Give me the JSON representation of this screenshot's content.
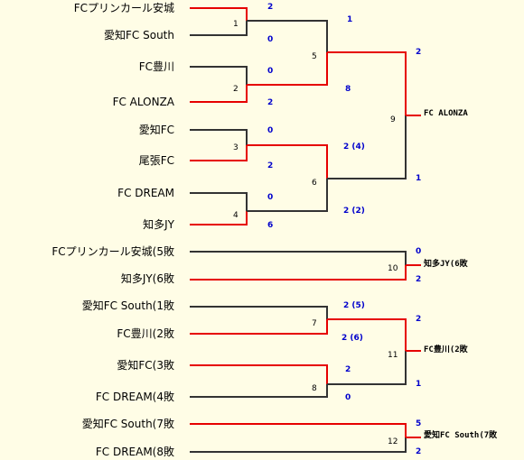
{
  "teams": {
    "t1": "FCプリンカール安城",
    "t2": "愛知FC South",
    "t3": "FC豊川",
    "t4": "FC ALONZA",
    "t5": "愛知FC",
    "t6": "尾張FC",
    "t7": "FC DREAM",
    "t8": "知多JY",
    "t9": "FCプリンカール安城(5敗",
    "t10": "知多JY(6敗",
    "t11": "愛知FC South(1敗",
    "t12": "FC豊川(2敗",
    "t13": "愛知FC(3敗",
    "t14": "FC DREAM(4敗",
    "t15": "愛知FC South(7敗",
    "t16": "FC DREAM(8敗"
  },
  "matches": {
    "m1": "1",
    "m2": "2",
    "m3": "3",
    "m4": "4",
    "m5": "5",
    "m6": "6",
    "m7": "7",
    "m8": "8",
    "m9": "9",
    "m10": "10",
    "m11": "11",
    "m12": "12"
  },
  "scores": {
    "m1_top": "2",
    "m1_bot": "0",
    "m2_top": "0",
    "m2_bot": "2",
    "m3_top": "0",
    "m3_bot": "2",
    "m4_top": "0",
    "m4_bot": "6",
    "m5_top": "1",
    "m5_bot": "8",
    "m6_top": "2 (4)",
    "m6_bot": "2 (2)",
    "m9_top": "2",
    "m9_bot": "1",
    "m10_top": "0",
    "m10_bot": "2",
    "m7_top": "2 (5)",
    "m7_bot": "2 (6)",
    "m8_top": "2",
    "m8_bot": "0",
    "m11_top": "2",
    "m11_bot": "1",
    "m12_top": "5",
    "m12_bot": "2"
  },
  "winners": {
    "w9": "FC ALONZA",
    "w10": "知多JY(6敗",
    "w11": "FC豊川(2敗",
    "w12": "愛知FC South(7敗"
  },
  "colors": {
    "win": "#e60000",
    "lose": "#333333",
    "score": "#0000cc"
  }
}
